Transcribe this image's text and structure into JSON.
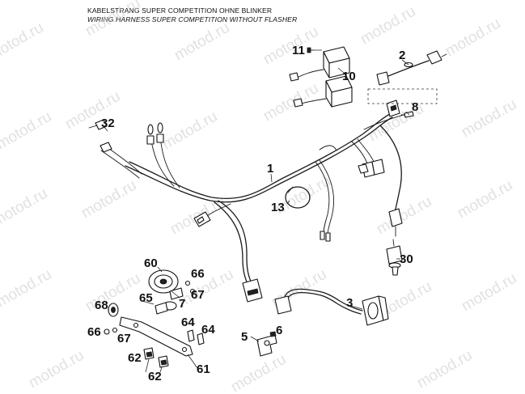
{
  "header": {
    "title_de": "KABELSTRANG SUPER COMPETITION OHNE BLINKER",
    "title_en": "WIRING HARNESS SUPER COMPETITION WITHOUT FLASHER"
  },
  "watermark": "motod.ru",
  "callouts": {
    "c1": "1",
    "c2": "2",
    "c3": "3",
    "c5": "5",
    "c6": "6",
    "c7": "7",
    "c8": "8",
    "c10": "10",
    "c11": "11",
    "c13": "13",
    "c30": "30",
    "c32": "32",
    "c60": "60",
    "c61": "61",
    "c62a": "62",
    "c62b": "62",
    "c64a": "64",
    "c64b": "64",
    "c65": "65",
    "c66a": "66",
    "c66b": "66",
    "c67a": "67",
    "c67b": "67",
    "c68": "68"
  }
}
